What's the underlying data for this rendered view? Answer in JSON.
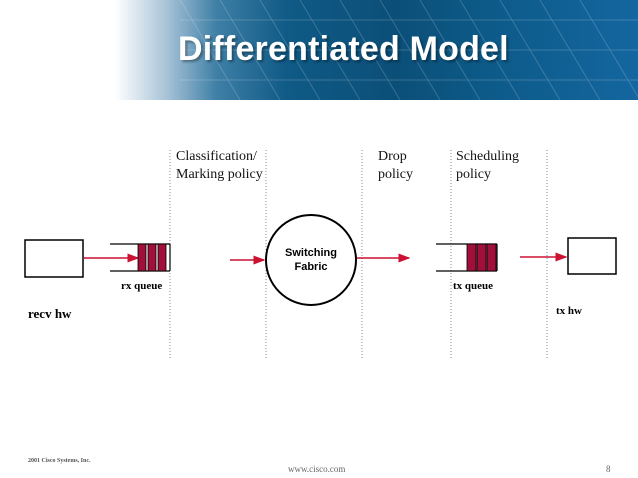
{
  "slide": {
    "title": "Differentiated Model",
    "stages": {
      "classification": [
        "Classification/",
        "Marking policy"
      ],
      "drop": [
        "Drop",
        "policy"
      ],
      "scheduling": [
        "Scheduling",
        "policy"
      ]
    },
    "labels": {
      "rx_queue": "rx queue",
      "tx_queue": "tx queue",
      "recv_hw": "recv  hw",
      "tx_hw": "tx hw",
      "switching_fabric": "Switching\nFabric"
    },
    "footer": {
      "copyright": "2001 Cisco Systems, Inc.",
      "url": "www.cisco.com",
      "page": "8"
    }
  },
  "colors": {
    "title_banner": "#0b4f78",
    "arrow": "#cc1133",
    "queue_fill": "#a0103a"
  }
}
